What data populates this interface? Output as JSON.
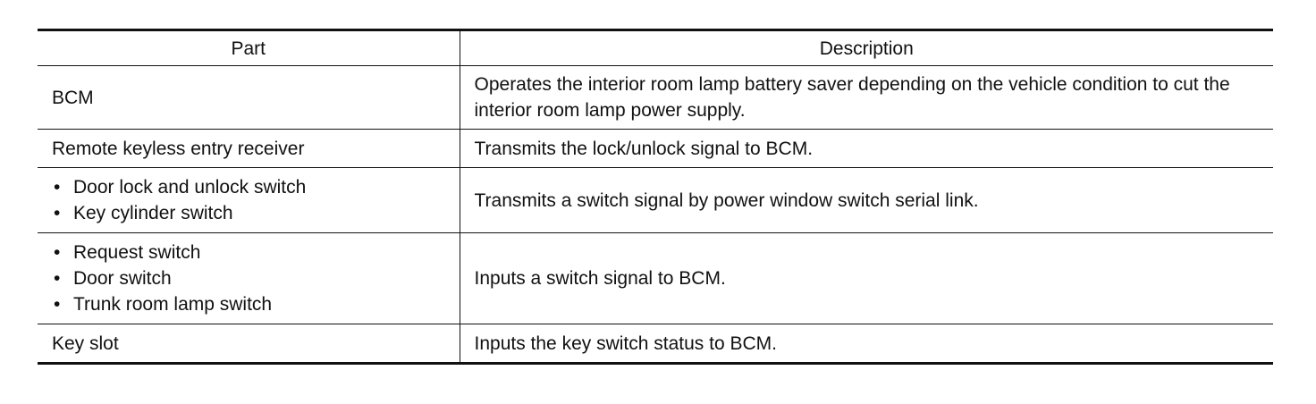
{
  "table": {
    "headers": {
      "part": "Part",
      "description": "Description"
    },
    "rows": [
      {
        "part": "BCM",
        "description": "Operates the interior room lamp battery saver depending on the vehicle condition to cut the interior room lamp power supply."
      },
      {
        "part": "Remote keyless entry receiver",
        "description": "Transmits the lock/unlock signal to BCM."
      },
      {
        "part_items": [
          "Door lock and unlock switch",
          "Key cylinder switch"
        ],
        "description": "Transmits a switch signal by power window switch serial link."
      },
      {
        "part_items": [
          "Request switch",
          "Door switch",
          "Trunk room lamp switch"
        ],
        "description": "Inputs a switch signal to BCM."
      },
      {
        "part": "Key slot",
        "description": "Inputs the key switch status to BCM."
      }
    ]
  }
}
